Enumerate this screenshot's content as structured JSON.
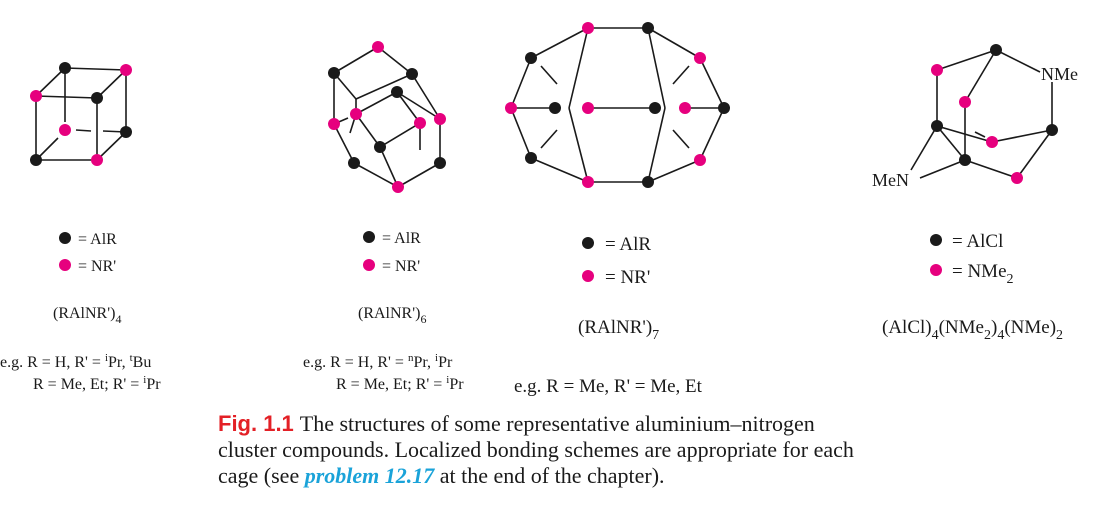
{
  "colors": {
    "al_atom": "#1a1a1a",
    "n_atom": "#e6007e",
    "fig_label": "#e32026",
    "link": "#1aa3d9"
  },
  "panels": [
    {
      "legend_al": "= AlR",
      "legend_n": "= NR'",
      "formula": {
        "base": "(RAlNR')",
        "sub": "4"
      },
      "example_lines": [
        {
          "prefix": "e.g. R = H, R' = ",
          "s1": "i",
          "t1": "Pr, ",
          "s2": "t",
          "t2": "Bu"
        },
        {
          "prefix": "R = Me, Et; R' = ",
          "s1": "i",
          "t1": "Pr",
          "s2": "",
          "t2": ""
        }
      ]
    },
    {
      "legend_al": "= AlR",
      "legend_n": "= NR'",
      "formula": {
        "base": "(RAlNR')",
        "sub": "6"
      },
      "example_lines": [
        {
          "prefix": "e.g. R = H, R' = ",
          "s1": "n",
          "t1": "Pr, ",
          "s2": "i",
          "t2": "Pr"
        },
        {
          "prefix": "R = Me, Et; R' = ",
          "s1": "i",
          "t1": "Pr",
          "s2": "",
          "t2": ""
        }
      ]
    },
    {
      "legend_al": "= AlR",
      "legend_n": "= NR'",
      "formula": {
        "base": "(RAlNR')",
        "sub": "7"
      },
      "example_lines": [
        {
          "prefix": "e.g. R = Me, R' = Me, Et",
          "s1": "",
          "t1": "",
          "s2": "",
          "t2": ""
        }
      ]
    },
    {
      "legend_al": "= AlCl",
      "legend_n_base": "= NMe",
      "legend_n_sub": "2",
      "formula": {
        "p1": "(AlCl)",
        "s1": "4",
        "p2": "(NMe",
        "s2": "2",
        "p3": ")",
        "s3": "4",
        "p4": "(NMe)",
        "s4": "2"
      },
      "atom_labels": {
        "nme_right": "NMe",
        "men_left": "MeN"
      }
    }
  ],
  "caption": {
    "fig_label": "Fig. 1.1",
    "text_before": "The structures of some representative aluminium–nitrogen cluster compounds. Localized bonding schemes are appropriate for each cage (see ",
    "link_text": "problem 12.17",
    "text_after": " at the end of the chapter)."
  }
}
